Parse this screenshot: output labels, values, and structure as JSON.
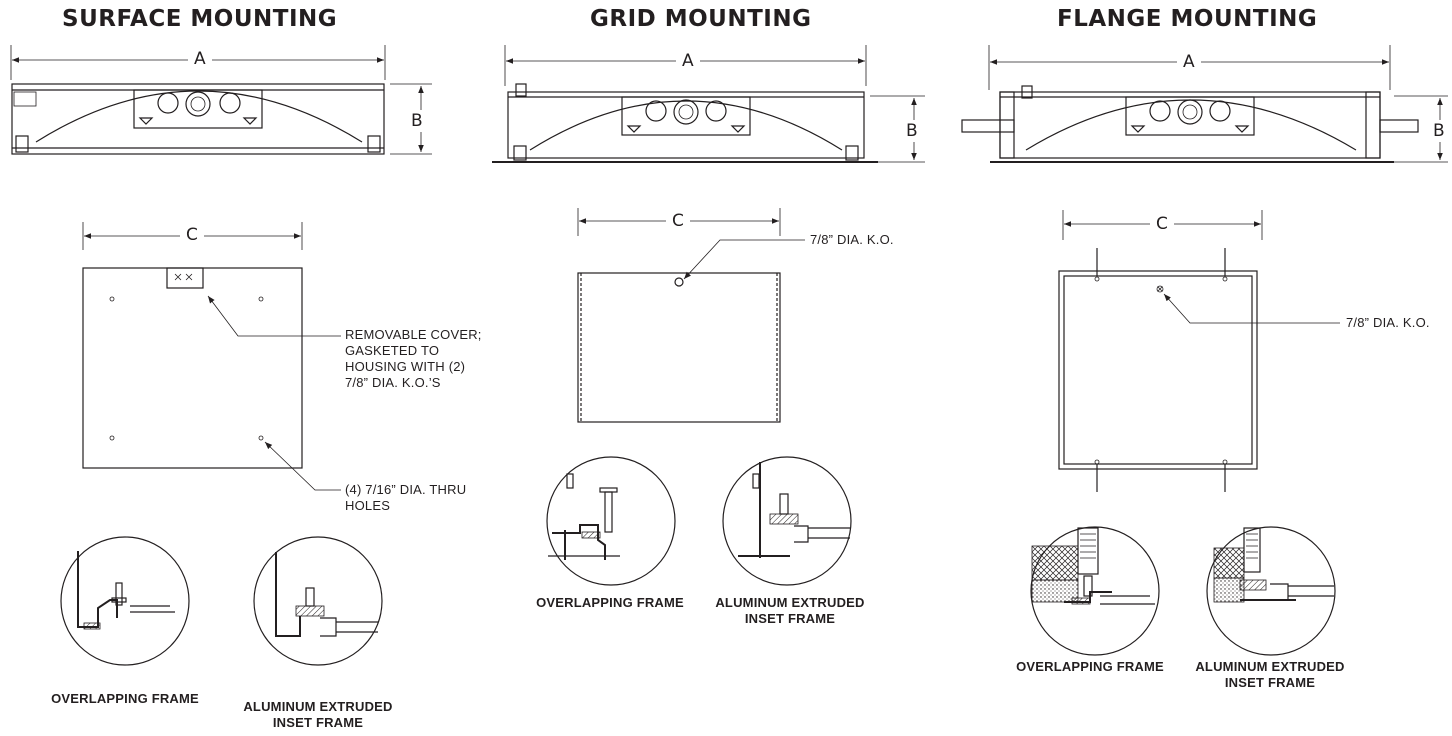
{
  "panels": {
    "surface": {
      "title": "SURFACE MOUNTING",
      "dim_a": "A",
      "dim_b": "B",
      "dim_c": "C",
      "note_cover": [
        "REMOVABLE COVER;",
        "GASKETED TO",
        "HOUSING WITH (2)",
        "7/8” DIA. K.O.’S"
      ],
      "note_holes": [
        "(4) 7/16” DIA. THRU",
        "HOLES"
      ],
      "detail_overlap": "OVERLAPPING FRAME",
      "detail_inset": [
        "ALUMINUM EXTRUDED",
        "INSET FRAME"
      ]
    },
    "grid": {
      "title": "GRID MOUNTING",
      "dim_a": "A",
      "dim_b": "B",
      "dim_c": "C",
      "note_ko": "7/8” DIA. K.O.",
      "detail_overlap": "OVERLAPPING FRAME",
      "detail_inset": [
        "ALUMINUM EXTRUDED",
        "INSET FRAME"
      ]
    },
    "flange": {
      "title": "FLANGE MOUNTING",
      "dim_a": "A",
      "dim_b": "B",
      "dim_c": "C",
      "note_ko": "7/8” DIA. K.O.",
      "detail_overlap": "OVERLAPPING FRAME",
      "detail_inset": [
        "ALUMINUM EXTRUDED",
        "INSET FRAME"
      ]
    }
  }
}
